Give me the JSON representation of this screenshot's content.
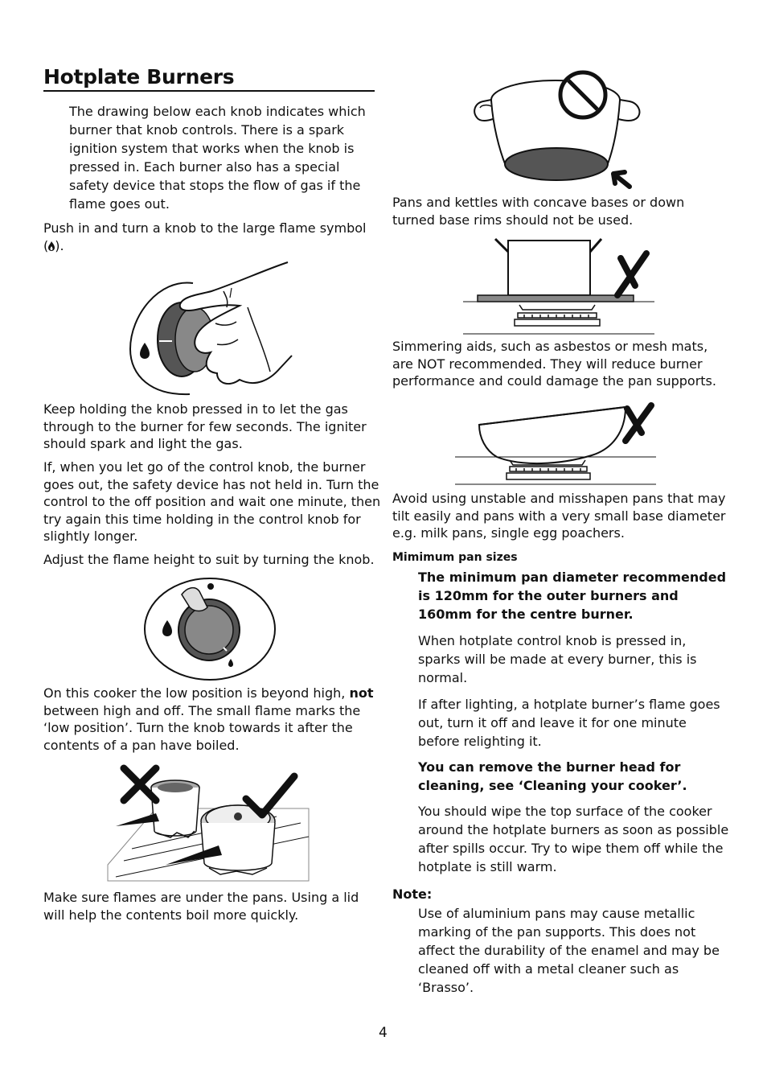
{
  "section_title": "Hotplate Burners",
  "left": {
    "intro": "The drawing below each knob indicates which burner that knob controls. There is a spark ignition system that works when the knob is pressed in. Each burner also has a special safety device that stops the flow of gas if the flame goes out.",
    "push_in_a": "Push in and turn a knob to the large flame symbol",
    "push_in_b": "(",
    "push_in_c": ").",
    "keep_holding": "Keep holding the knob pressed in to let the gas through to the burner for few seconds. The igniter should spark and light the gas.",
    "if_when": "If, when you let go of the control knob, the burner goes out, the safety device has not held in. Turn the control to the off position and wait one minute, then try again this time holding in the control knob for slightly longer.",
    "adjust": "Adjust the flame height to suit by turning the knob.",
    "low_position_a": "On this cooker the low position is beyond high,",
    "low_position_bold": "not",
    "low_position_b": "between high and off. The small flame marks the ‘low position’. Turn the knob towards it after the contents of a pan have boiled.",
    "flames_under": "Make sure flames are under the pans. Using a lid will help the contents boil more quickly."
  },
  "right": {
    "concave": "Pans and kettles with concave bases or down turned base rims should not be used.",
    "simmering": "Simmering aids, such as asbestos or mesh mats, are NOT recommended. They will reduce burner performance and could damage the pan supports.",
    "unstable": "Avoid using unstable and misshapen pans that may tilt easily and pans with a very small base diameter e.g. milk pans, single egg poachers.",
    "min_heading": "Mimimum  pan sizes",
    "min_bold": "The minimum pan diameter recommended is 120mm for the outer burners and 160mm for the centre burner.",
    "sparks": "When hotplate control knob is pressed in, sparks will be made at every burner, this is normal.",
    "relight": "If after lighting, a hotplate burner’s flame goes out, turn it off and leave it for one minute before relighting it.",
    "remove_bold": "You can remove the burner head for cleaning, see ‘Cleaning your cooker’.",
    "wipe": "You should wipe the top surface of the cooker around the hotplate burners as soon as possible after spills occur. Try to wipe them off while the hotplate is still warm.",
    "note_label": "Note:",
    "note_text": "Use of aluminium pans may cause metallic marking of the pan supports. This does not affect the durability of the enamel and may be cleaned off with a metal cleaner such as ‘Brasso’."
  },
  "page_number": "4",
  "icons": {
    "large_flame_symbol": "flame-icon",
    "fig1": "knob-push-hand-illustration",
    "fig2": "knob-flame-marks-illustration",
    "fig3": "flames-under-pans-illustration",
    "fig4": "concave-pan-prohibited-illustration",
    "fig5": "simmering-mat-cross-illustration",
    "fig6": "tilted-pan-cross-illustration"
  }
}
